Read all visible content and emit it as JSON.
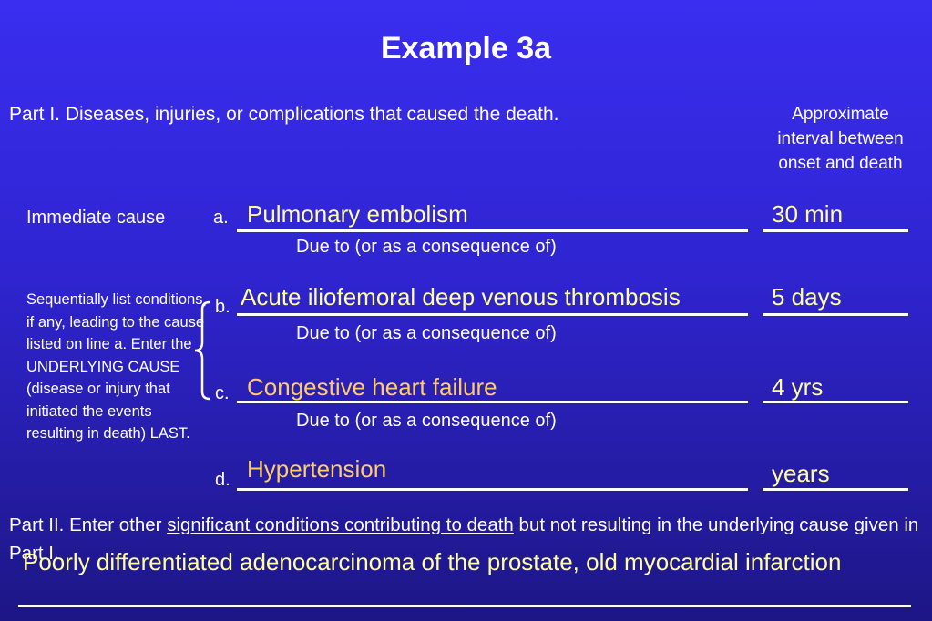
{
  "title": "Example 3a",
  "part1": {
    "heading": "Part I. Diseases, injuries, or complications that caused the death.",
    "interval_heading": [
      "Approximate",
      "interval between",
      "onset and death"
    ],
    "immediate_label": "Immediate cause",
    "due_to": "Due to (or as a consequence of)",
    "sequential_note": "Sequentially list conditions, if any, leading to the cause listed on line a. Enter the UNDERLYING CAUSE (disease or injury that initiated the events resulting in death) LAST.",
    "lines": [
      {
        "letter": "a.",
        "cause": "Pulmonary embolism",
        "interval": "30 min"
      },
      {
        "letter": "b.",
        "cause": "Acute iliofemoral deep venous thrombosis",
        "interval": "5 days"
      },
      {
        "letter": "c.",
        "cause": "Congestive heart failure",
        "interval": "4 yrs"
      },
      {
        "letter": "d.",
        "cause": "Hypertension",
        "interval": "years"
      }
    ]
  },
  "part2": {
    "prefix": "Part II. Enter other ",
    "underlined": "significant conditions contributing to death",
    "suffix": " but not resulting in the underlying cause given in Part I.",
    "value": "Poorly differentiated adenocarcinoma of the prostate, old myocardial infarction"
  },
  "colors": {
    "background": "#2f24cf",
    "text": "#ffffff",
    "entry_yellow": "#ffff99",
    "entry_orange": "#ffcc66"
  }
}
